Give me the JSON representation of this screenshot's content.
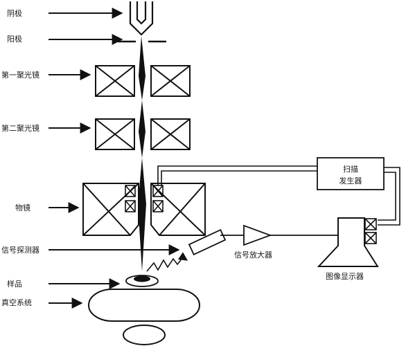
{
  "labels": {
    "cathode": "阴极",
    "anode": "阳极",
    "condenser1": "第一聚光镜",
    "condenser2": "第二聚光镜",
    "objective": "物镜",
    "detector": "信号探测器",
    "sample": "样品",
    "vacuum": "真空系统",
    "scan_gen_line1": "扫描",
    "scan_gen_line2": "发生器",
    "amplifier": "信号放大器",
    "display": "图像显示器"
  }
}
